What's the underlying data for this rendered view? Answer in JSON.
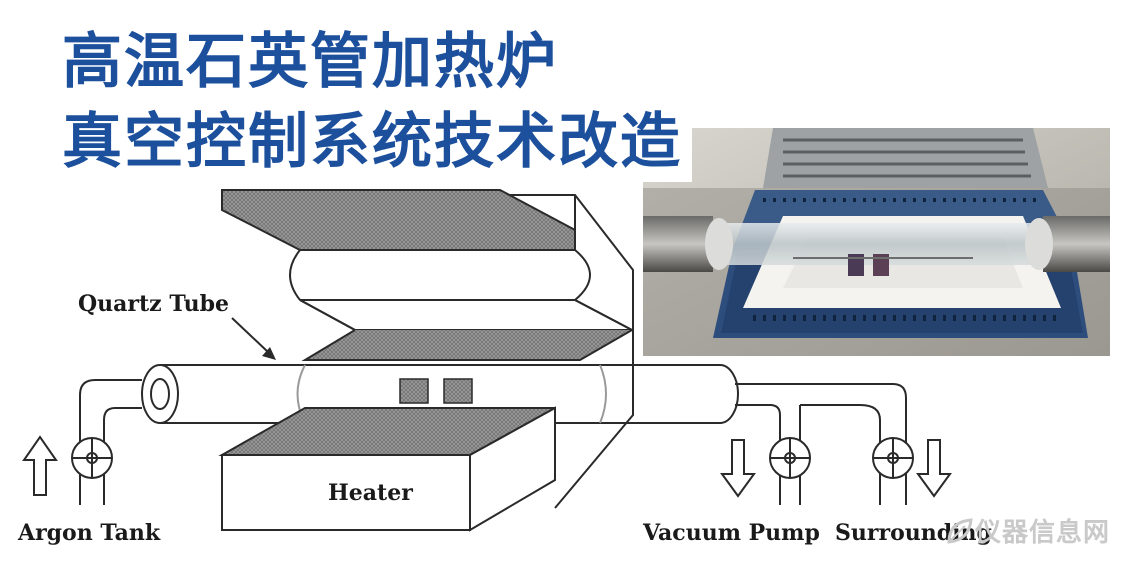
{
  "title": {
    "line1": "高温石英管加热炉",
    "line2": "真空控制系统技术改造"
  },
  "diagram": {
    "labels": {
      "quartz_tube": "Quartz Tube",
      "heater": "Heater",
      "argon_tank": "Argon Tank",
      "vacuum_pump": "Vacuum Pump",
      "surrounding": "Surrounding"
    }
  },
  "watermark": {
    "text": "仪器信息网",
    "icon": "leaf-logo-icon"
  },
  "colors": {
    "title": "#1c4f9c",
    "line": "#2a2a2a",
    "hatch": "#8c8c8c",
    "watermark": "#c9c9c9"
  }
}
